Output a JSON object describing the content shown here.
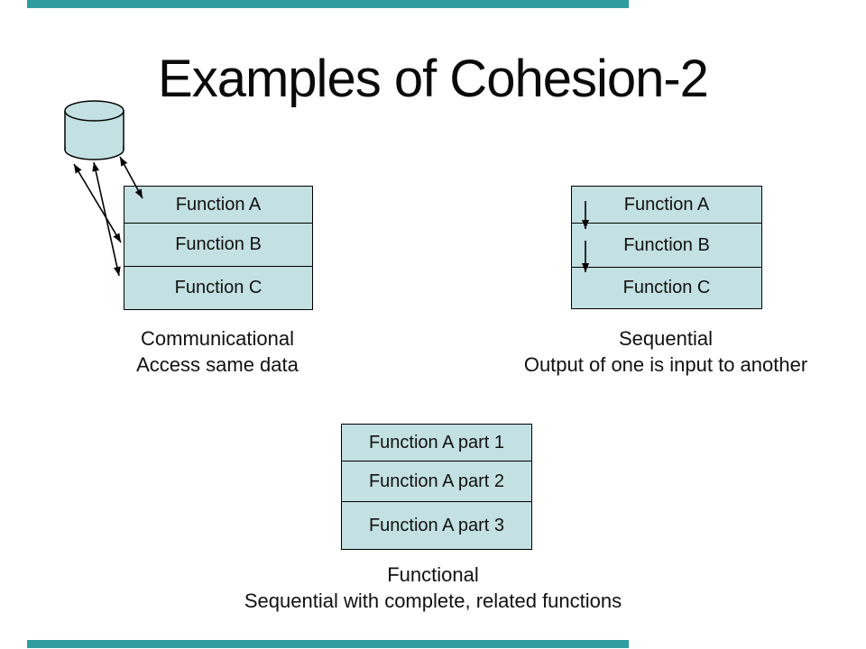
{
  "slide": {
    "title": "Examples of Cohesion-2"
  },
  "colors": {
    "accent_bar": "#2f9ea0",
    "box_fill": "#c3e0e2",
    "outline": "#000000"
  },
  "icons": {
    "data_store": "database-cylinder-icon",
    "access_arrows": "double-headed-arrow-icon",
    "flow_arrows": "down-arrow-icon"
  },
  "diagrams": {
    "communicational": {
      "boxes": [
        "Function A",
        "Function B",
        "Function C"
      ],
      "caption": [
        "Communicational",
        "Access same data"
      ]
    },
    "sequential": {
      "boxes": [
        "Function A",
        "Function B",
        "Function C"
      ],
      "caption": [
        "Sequential",
        "Output of one is input to another"
      ]
    },
    "functional": {
      "boxes": [
        "Function A part 1",
        "Function A part 2",
        "Function A part 3"
      ],
      "caption": [
        "Functional",
        "Sequential with complete, related functions"
      ]
    }
  }
}
